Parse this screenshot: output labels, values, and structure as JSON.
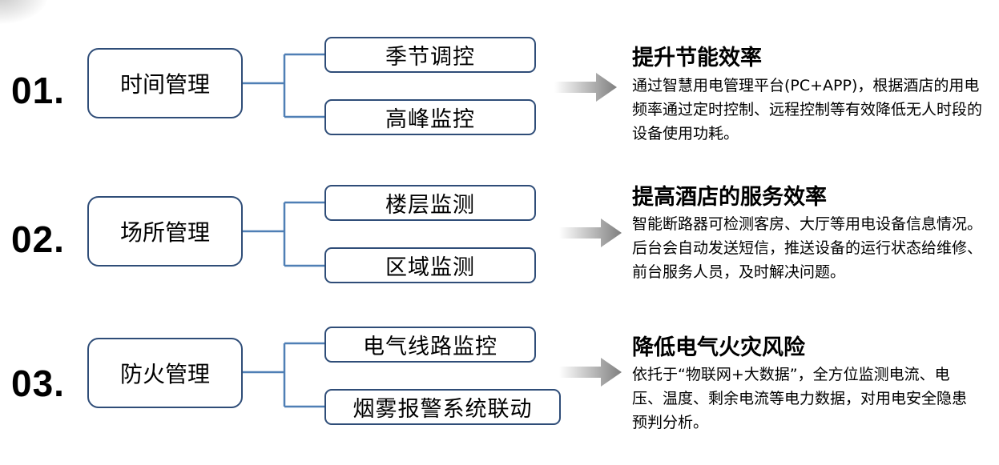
{
  "colors": {
    "box_border": "#2f4d78",
    "connector": "#4f7fb5",
    "arrow_gradient": [
      "#ffffff",
      "#7f7f7f"
    ]
  },
  "icons": [
    "right-arrow-icon"
  ],
  "groups": [
    {
      "number": "01.",
      "main_label": "时间管理",
      "sub_items": [
        "季节调控",
        "高峰监控"
      ],
      "heading": "提升节能效率",
      "description": "通过智慧用电管理平台(PC+APP)，根据酒店的用电频率通过定时控制、远程控制等有效降低无人时段的设备使用功耗。"
    },
    {
      "number": "02.",
      "main_label": "场所管理",
      "sub_items": [
        "楼层监测",
        "区域监测"
      ],
      "heading": "提高酒店的服务效率",
      "description": "智能断路器可检测客房、大厅等用电设备信息情况。后台会自动发送短信，推送设备的运行状态给维修、前台服务人员，及时解决问题。"
    },
    {
      "number": "03.",
      "main_label": "防火管理",
      "sub_items": [
        "电气线路监控",
        "烟雾报警系统联动"
      ],
      "heading": "降低电气火灾风险",
      "description": "依托于“物联网+大数据”，全方位监测电流、电压、温度、剩余电流等电力数据，对用电安全隐患预判分析。"
    }
  ]
}
